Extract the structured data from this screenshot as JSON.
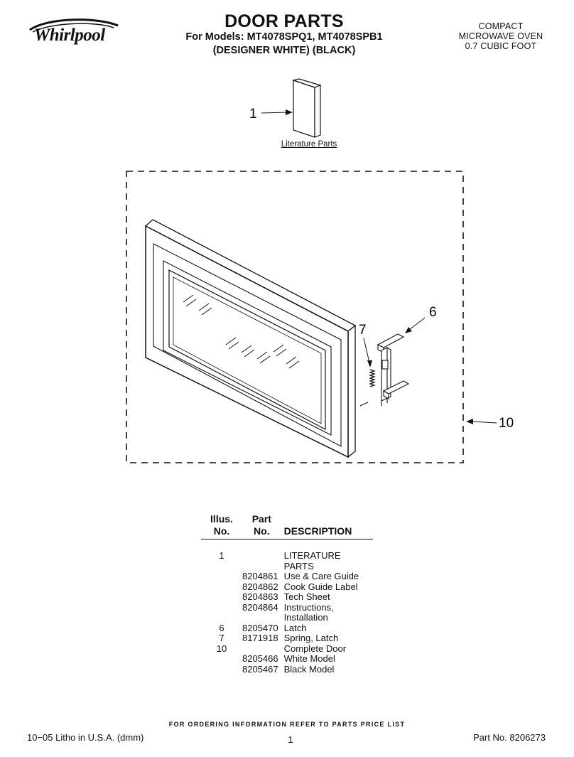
{
  "header": {
    "brand": "Whirlpool",
    "title": "DOOR PARTS",
    "models_line1": "For Models: MT4078SPQ1, MT4078SPB1",
    "models_line2": "(DESIGNER WHITE)  (BLACK)",
    "product_line1": "COMPACT",
    "product_line2": "MICROWAVE OVEN",
    "product_line3": "0.7 CUBIC FOOT"
  },
  "diagram": {
    "callouts": [
      "1",
      "6",
      "7",
      "10"
    ],
    "literature_label": "Literature Parts"
  },
  "parts_table": {
    "headers": {
      "illus_line1": "Illus.",
      "illus_line2": "No.",
      "part_line1": "Part",
      "part_line2": "No.",
      "description": "DESCRIPTION"
    },
    "rows": [
      {
        "illus": "1",
        "part": "",
        "desc": "LITERATURE PARTS"
      },
      {
        "illus": "",
        "part": "8204861",
        "desc": "Use & Care Guide"
      },
      {
        "illus": "",
        "part": "8204862",
        "desc": "Cook Guide Label"
      },
      {
        "illus": "",
        "part": "8204863",
        "desc": "Tech Sheet"
      },
      {
        "illus": "",
        "part": "8204864",
        "desc": "Instructions,"
      },
      {
        "illus": "",
        "part": "",
        "desc": "Installation"
      },
      {
        "illus": "6",
        "part": "8205470",
        "desc": "Latch"
      },
      {
        "illus": "7",
        "part": "8171918",
        "desc": "Spring, Latch"
      },
      {
        "illus": "10",
        "part": "",
        "desc": "Complete Door"
      },
      {
        "illus": "",
        "part": "8205466",
        "desc": "White Model"
      },
      {
        "illus": "",
        "part": "8205467",
        "desc": "Black Model"
      }
    ]
  },
  "footer": {
    "ordering_note": "FOR ORDERING INFORMATION REFER TO PARTS PRICE LIST",
    "litho": "10−05 Litho in U.S.A. (dmm)",
    "page_number": "1",
    "part_number": "Part No. 8206273"
  }
}
